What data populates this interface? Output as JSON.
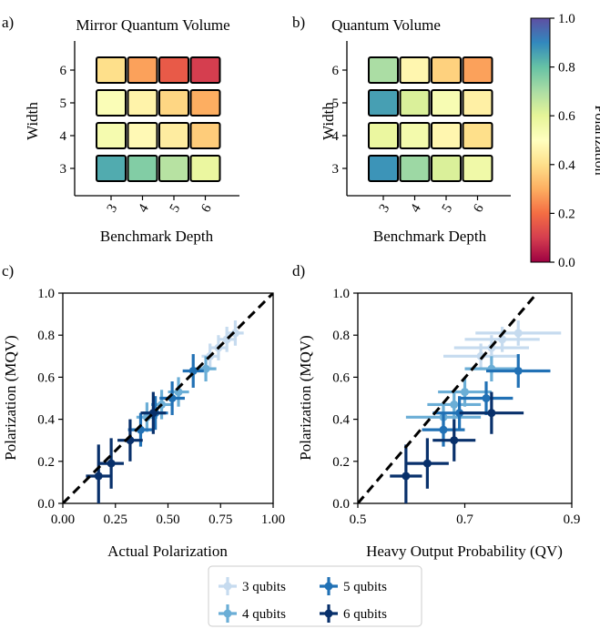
{
  "figure": {
    "panel_a": {
      "letter": "a)",
      "title": "Mirror Quantum Volume",
      "xlabel": "Benchmark Depth",
      "ylabel": "Width"
    },
    "panel_b": {
      "letter": "b)",
      "title": "Quantum Volume",
      "xlabel": "Benchmark Depth",
      "ylabel": "Width"
    },
    "colorbar": {
      "label": "Polarization",
      "ticks": [
        "0.0",
        "0.2",
        "0.4",
        "0.6",
        "0.8",
        "1.0"
      ]
    },
    "panel_c": {
      "letter": "c)",
      "xlabel": "Actual Polarization",
      "ylabel": "Polarization (MQV)",
      "xticks": [
        "0.00",
        "0.25",
        "0.50",
        "0.75",
        "1.00"
      ],
      "yticks": [
        "0.0",
        "0.2",
        "0.4",
        "0.6",
        "0.8",
        "1.0"
      ]
    },
    "panel_d": {
      "letter": "d)",
      "xlabel": "Heavy Output Probability (QV)",
      "ylabel": "Polarization (MQV)",
      "xticks": [
        "0.5",
        "0.7",
        "0.9"
      ],
      "yticks": [
        "0.0",
        "0.2",
        "0.4",
        "0.6",
        "0.8",
        "1.0"
      ]
    },
    "legend": [
      "3 qubits",
      "4 qubits",
      "5 qubits",
      "6 qubits"
    ]
  },
  "chart_data": [
    {
      "type": "heatmap",
      "panel": "a",
      "title": "Mirror Quantum Volume",
      "xlabel": "Benchmark Depth",
      "ylabel": "Width",
      "x": [
        3,
        4,
        5,
        6
      ],
      "y": [
        6,
        5,
        4,
        3
      ],
      "values": [
        [
          0.4,
          0.28,
          0.16,
          0.1
        ],
        [
          0.52,
          0.46,
          0.38,
          0.3
        ],
        [
          0.54,
          0.48,
          0.44,
          0.36
        ],
        [
          0.84,
          0.76,
          0.68,
          0.58
        ]
      ],
      "colormap": "Spectral",
      "vmin": 0.0,
      "vmax": 1.0
    },
    {
      "type": "heatmap",
      "panel": "b",
      "title": "Quantum Volume",
      "xlabel": "Benchmark Depth",
      "ylabel": "Width",
      "x": [
        3,
        4,
        5,
        6
      ],
      "y": [
        6,
        5,
        4,
        3
      ],
      "values": [
        [
          0.7,
          0.47,
          0.37,
          0.28
        ],
        [
          0.86,
          0.62,
          0.53,
          0.45
        ],
        [
          0.58,
          0.55,
          0.47,
          0.4
        ],
        [
          0.88,
          0.72,
          0.62,
          0.56
        ]
      ],
      "colormap": "Spectral",
      "vmin": 0.0,
      "vmax": 1.0
    },
    {
      "type": "scatter",
      "panel": "c",
      "xlabel": "Actual Polarization",
      "ylabel": "Polarization (MQV)",
      "xlim": [
        0,
        1
      ],
      "ylim": [
        0,
        1
      ],
      "reference_line": "y = x (dashed)",
      "series": [
        {
          "name": "3 qubits",
          "color": "#c6dbef",
          "points": [
            {
              "x": 0.82,
              "y": 0.81,
              "xerr": 0.04,
              "yerr": 0.06
            },
            {
              "x": 0.78,
              "y": 0.78,
              "xerr": 0.04,
              "yerr": 0.06
            },
            {
              "x": 0.74,
              "y": 0.74,
              "xerr": 0.04,
              "yerr": 0.06
            },
            {
              "x": 0.7,
              "y": 0.7,
              "xerr": 0.04,
              "yerr": 0.06
            }
          ]
        },
        {
          "name": "4 qubits",
          "color": "#6baed6",
          "points": [
            {
              "x": 0.68,
              "y": 0.64,
              "xerr": 0.05,
              "yerr": 0.06
            },
            {
              "x": 0.55,
              "y": 0.53,
              "xerr": 0.05,
              "yerr": 0.07
            },
            {
              "x": 0.47,
              "y": 0.47,
              "xerr": 0.05,
              "yerr": 0.07
            },
            {
              "x": 0.4,
              "y": 0.41,
              "xerr": 0.05,
              "yerr": 0.07
            }
          ]
        },
        {
          "name": "5 qubits",
          "color": "#2171b5",
          "points": [
            {
              "x": 0.62,
              "y": 0.63,
              "xerr": 0.05,
              "yerr": 0.08
            },
            {
              "x": 0.52,
              "y": 0.5,
              "xerr": 0.06,
              "yerr": 0.08
            },
            {
              "x": 0.44,
              "y": 0.43,
              "xerr": 0.06,
              "yerr": 0.08
            },
            {
              "x": 0.37,
              "y": 0.35,
              "xerr": 0.06,
              "yerr": 0.08
            }
          ]
        },
        {
          "name": "6 qubits",
          "color": "#08306b",
          "points": [
            {
              "x": 0.43,
              "y": 0.43,
              "xerr": 0.06,
              "yerr": 0.1
            },
            {
              "x": 0.32,
              "y": 0.3,
              "xerr": 0.06,
              "yerr": 0.1
            },
            {
              "x": 0.23,
              "y": 0.19,
              "xerr": 0.06,
              "yerr": 0.12
            },
            {
              "x": 0.17,
              "y": 0.13,
              "xerr": 0.06,
              "yerr": 0.15
            }
          ]
        }
      ]
    },
    {
      "type": "scatter",
      "panel": "d",
      "xlabel": "Heavy Output Probability (QV)",
      "ylabel": "Polarization (MQV)",
      "xlim": [
        0.5,
        0.9
      ],
      "ylim": [
        0,
        1
      ],
      "reference_line": "dashed line from (0.5, 0.0) to (0.835, 1.0)",
      "series": [
        {
          "name": "3 qubits",
          "color": "#c6dbef",
          "points": [
            {
              "x": 0.8,
              "y": 0.81,
              "xerr": 0.08,
              "yerr": 0.06
            },
            {
              "x": 0.77,
              "y": 0.78,
              "xerr": 0.07,
              "yerr": 0.06
            },
            {
              "x": 0.75,
              "y": 0.74,
              "xerr": 0.07,
              "yerr": 0.06
            },
            {
              "x": 0.73,
              "y": 0.7,
              "xerr": 0.07,
              "yerr": 0.06
            }
          ]
        },
        {
          "name": "4 qubits",
          "color": "#6baed6",
          "points": [
            {
              "x": 0.75,
              "y": 0.64,
              "xerr": 0.05,
              "yerr": 0.06
            },
            {
              "x": 0.7,
              "y": 0.53,
              "xerr": 0.05,
              "yerr": 0.07
            },
            {
              "x": 0.68,
              "y": 0.47,
              "xerr": 0.05,
              "yerr": 0.07
            },
            {
              "x": 0.66,
              "y": 0.41,
              "xerr": 0.07,
              "yerr": 0.07
            }
          ]
        },
        {
          "name": "5 qubits",
          "color": "#2171b5",
          "points": [
            {
              "x": 0.8,
              "y": 0.63,
              "xerr": 0.06,
              "yerr": 0.08
            },
            {
              "x": 0.74,
              "y": 0.5,
              "xerr": 0.05,
              "yerr": 0.08
            },
            {
              "x": 0.69,
              "y": 0.43,
              "xerr": 0.05,
              "yerr": 0.08
            },
            {
              "x": 0.66,
              "y": 0.35,
              "xerr": 0.04,
              "yerr": 0.08
            }
          ]
        },
        {
          "name": "6 qubits",
          "color": "#08306b",
          "points": [
            {
              "x": 0.75,
              "y": 0.43,
              "xerr": 0.06,
              "yerr": 0.1
            },
            {
              "x": 0.68,
              "y": 0.3,
              "xerr": 0.04,
              "yerr": 0.1
            },
            {
              "x": 0.63,
              "y": 0.19,
              "xerr": 0.04,
              "yerr": 0.12
            },
            {
              "x": 0.59,
              "y": 0.13,
              "xerr": 0.03,
              "yerr": 0.15
            }
          ]
        }
      ]
    }
  ]
}
